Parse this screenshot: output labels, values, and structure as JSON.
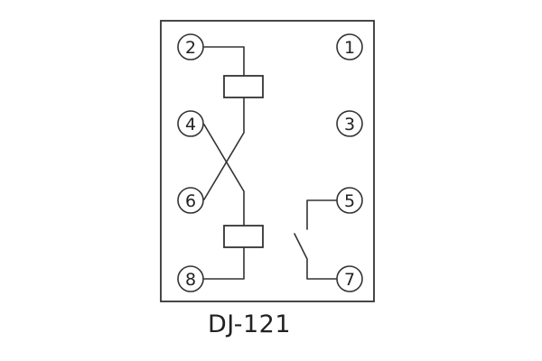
{
  "diagram": {
    "model": "DJ-121",
    "terminals": [
      {
        "id": "t1",
        "label": "1"
      },
      {
        "id": "t2",
        "label": "2"
      },
      {
        "id": "t3",
        "label": "3"
      },
      {
        "id": "t4",
        "label": "4"
      },
      {
        "id": "t5",
        "label": "5"
      },
      {
        "id": "t6",
        "label": "6"
      },
      {
        "id": "t7",
        "label": "7"
      },
      {
        "id": "t8",
        "label": "8"
      }
    ],
    "stroke_color": "#333333"
  }
}
